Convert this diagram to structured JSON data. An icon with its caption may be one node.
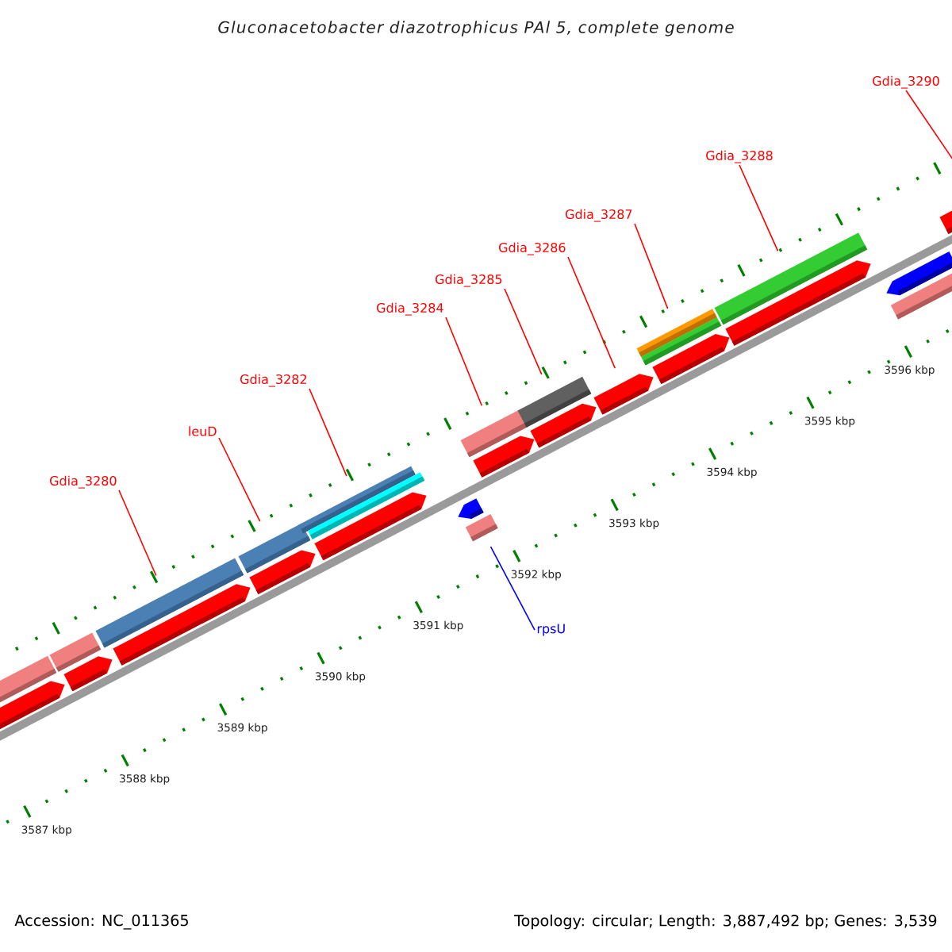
{
  "diagram": {
    "title": "Gluconacetobacter diazotrophicus PAl 5, complete genome",
    "nodes": [
      {
        "text": [
          "Gdia_3290"
        ]
      },
      {
        "text": [
          "Gdia_3288"
        ]
      },
      {
        "text": [
          "Gdia_3287"
        ]
      },
      {
        "text": [
          "Gdia_3286"
        ]
      },
      {
        "text": [
          "Gdia_3285"
        ]
      },
      {
        "text": [
          "Gdia_3284"
        ]
      },
      {
        "text": [
          "Gdia_3282"
        ]
      },
      {
        "text": [
          "leuD"
        ]
      },
      {
        "text": [
          "Gdia_3280"
        ]
      },
      {
        "text": [
          "rpsU"
        ]
      },
      {
        "text": [],
        "shape": "bar"
      },
      {
        "text": [],
        "shape": "bar"
      },
      {
        "text": [],
        "shape": "bar"
      },
      {
        "text": [],
        "shape": "bar"
      },
      {
        "text": [],
        "shape": "bar"
      },
      {
        "text": [],
        "shape": "bar"
      },
      {
        "text": [],
        "shape": "bar"
      },
      {
        "text": [],
        "shape": "bar"
      },
      {
        "text": [],
        "shape": "bar"
      },
      {
        "text": [],
        "shape": "bar"
      }
    ],
    "edges": [
      {
        "from": 0,
        "to": 19,
        "arrow": "none"
      },
      {
        "from": 1,
        "to": 18,
        "arrow": "none"
      },
      {
        "from": 2,
        "to": 17,
        "arrow": "none"
      },
      {
        "from": 3,
        "to": 16,
        "arrow": "none"
      },
      {
        "from": 4,
        "to": 15,
        "arrow": "none"
      },
      {
        "from": 5,
        "to": 14,
        "arrow": "none"
      },
      {
        "from": 6,
        "to": 12,
        "arrow": "none"
      },
      {
        "from": 7,
        "to": 11,
        "arrow": "none"
      },
      {
        "from": 8,
        "to": 10,
        "arrow": "none"
      },
      {
        "from": 9,
        "to": 13,
        "arrow": "none",
        "color": "#0000ff"
      }
    ],
    "labels": [
      "3596 kbp",
      "3595 kbp",
      "3594 kbp",
      "3593 kbp",
      "3592 kbp",
      "3591 kbp",
      "3590 kbp",
      "3589 kbp",
      "3588 kbp",
      "3587 kbp",
      "Accession: NC_011365",
      "Topology: circular; Length: 3,887,492 bp; Genes: 3,539"
    ]
  }
}
